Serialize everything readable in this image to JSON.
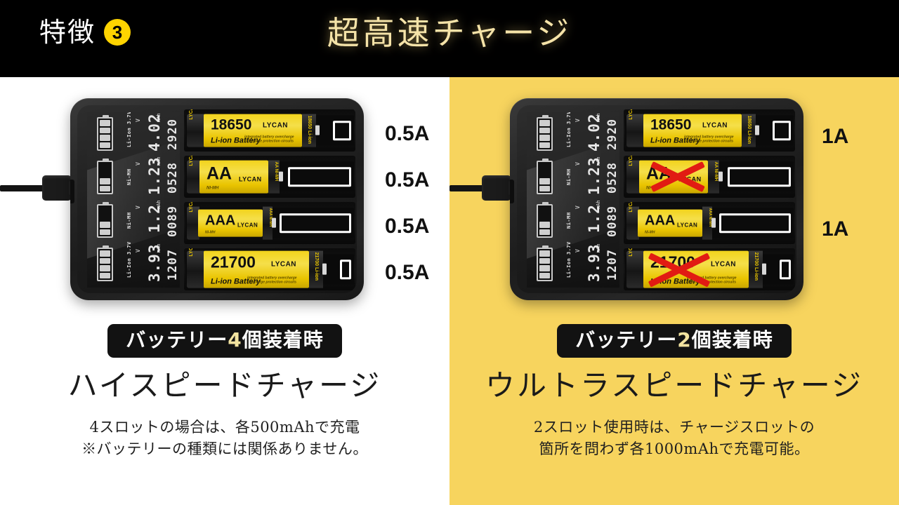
{
  "header": {
    "feature_word": "特徴",
    "feature_number": "3",
    "title": "超高速チャージ"
  },
  "colors": {
    "header_bg": "#000000",
    "title": "#F5E3A8",
    "badge_number": "#FFD400",
    "panel_left_bg": "#FFFFFF",
    "panel_right_bg": "#F7D45E",
    "battery_yellow": "#F2D31C",
    "x_mark_red": "#E11B13",
    "amp_text": "#111111"
  },
  "left_panel": {
    "charger": {
      "lcd_rows": [
        {
          "type": "Li-Ion 3.7V",
          "voltage": "4.02",
          "voltage_unit": "V",
          "capacity": "2920",
          "capacity_unit": "mAh",
          "bars": 4
        },
        {
          "type": "Ni-MH",
          "voltage": "1.23",
          "voltage_unit": "V",
          "capacity": "0528",
          "capacity_unit": "mAh",
          "bars": 2
        },
        {
          "type": "Ni-MH",
          "voltage": "1.2",
          "voltage_unit": "V",
          "capacity": "0089",
          "capacity_unit": "mAh",
          "bars": 2
        },
        {
          "type": "Li-Ion 3.7V",
          "voltage": "3.93",
          "voltage_unit": "V",
          "capacity": "1207",
          "capacity_unit": "mAh",
          "bars": 4
        }
      ],
      "slots": [
        {
          "name": "18650",
          "brand": "LYCAN",
          "chemistry": "Li-ion Battery",
          "side_text": "18650 Li-ion",
          "fine_print": "integrated battery overcharge /discharge protection circuits",
          "installed": true,
          "crossed_out": false
        },
        {
          "name": "AA",
          "brand": "LYCAN",
          "chemistry": "NI-MH",
          "side_text": "AA NI-MH",
          "fine_print": "",
          "installed": true,
          "crossed_out": false
        },
        {
          "name": "AAA",
          "brand": "LYCAN",
          "chemistry": "NI-MH",
          "side_text": "AAA NI-MH",
          "fine_print": "",
          "installed": true,
          "crossed_out": false
        },
        {
          "name": "21700",
          "brand": "LYCAN",
          "chemistry": "Li-ion Battery",
          "side_text": "21700 Li-ion",
          "fine_print": "integrated battery overcharge /discharge protection circuits",
          "installed": true,
          "crossed_out": false
        }
      ]
    },
    "amps": [
      "0.5A",
      "0.5A",
      "0.5A",
      "0.5A"
    ],
    "badge_prefix": "バッテリー",
    "badge_number": "4",
    "badge_suffix": "個装着時",
    "headline": "ハイスピードチャージ",
    "body_line1": "4スロットの場合は、各500mAhで充電",
    "body_line2": "※バッテリーの種類には関係ありません。"
  },
  "right_panel": {
    "charger": {
      "lcd_rows": [
        {
          "type": "Li-Ion 3.7V",
          "voltage": "4.02",
          "voltage_unit": "V",
          "capacity": "2920",
          "capacity_unit": "mAh",
          "bars": 4
        },
        {
          "type": "Ni-MH",
          "voltage": "1.23",
          "voltage_unit": "V",
          "capacity": "0528",
          "capacity_unit": "mAh",
          "bars": 2
        },
        {
          "type": "Ni-MH",
          "voltage": "1.2",
          "voltage_unit": "V",
          "capacity": "0089",
          "capacity_unit": "mAh",
          "bars": 2
        },
        {
          "type": "Li-Ion 3.7V",
          "voltage": "3.93",
          "voltage_unit": "V",
          "capacity": "1207",
          "capacity_unit": "mAh",
          "bars": 4
        }
      ],
      "slots": [
        {
          "name": "18650",
          "brand": "LYCAN",
          "chemistry": "Li-ion Battery",
          "side_text": "18650 Li-ion",
          "fine_print": "integrated battery overcharge /discharge protection circuits",
          "installed": true,
          "crossed_out": false
        },
        {
          "name": "AA",
          "brand": "LYCAN",
          "chemistry": "NI-MH",
          "side_text": "AA NI-MH",
          "fine_print": "",
          "installed": true,
          "crossed_out": true
        },
        {
          "name": "AAA",
          "brand": "LYCAN",
          "chemistry": "NI-MH",
          "side_text": "AAA NI-MH",
          "fine_print": "",
          "installed": true,
          "crossed_out": false
        },
        {
          "name": "21700",
          "brand": "LYCAN",
          "chemistry": "Li-ion Battery",
          "side_text": "21700 Li-ion",
          "fine_print": "integrated battery overcharge /discharge protection circuits",
          "installed": true,
          "crossed_out": true
        }
      ]
    },
    "amps": [
      "1A",
      "1A"
    ],
    "badge_prefix": "バッテリー",
    "badge_number": "2",
    "badge_suffix": "個装着時",
    "headline": "ウルトラスピードチャージ",
    "body_line1": "2スロット使用時は、チャージスロットの",
    "body_line2": "箇所を問わず各1000mAhで充電可能。"
  }
}
